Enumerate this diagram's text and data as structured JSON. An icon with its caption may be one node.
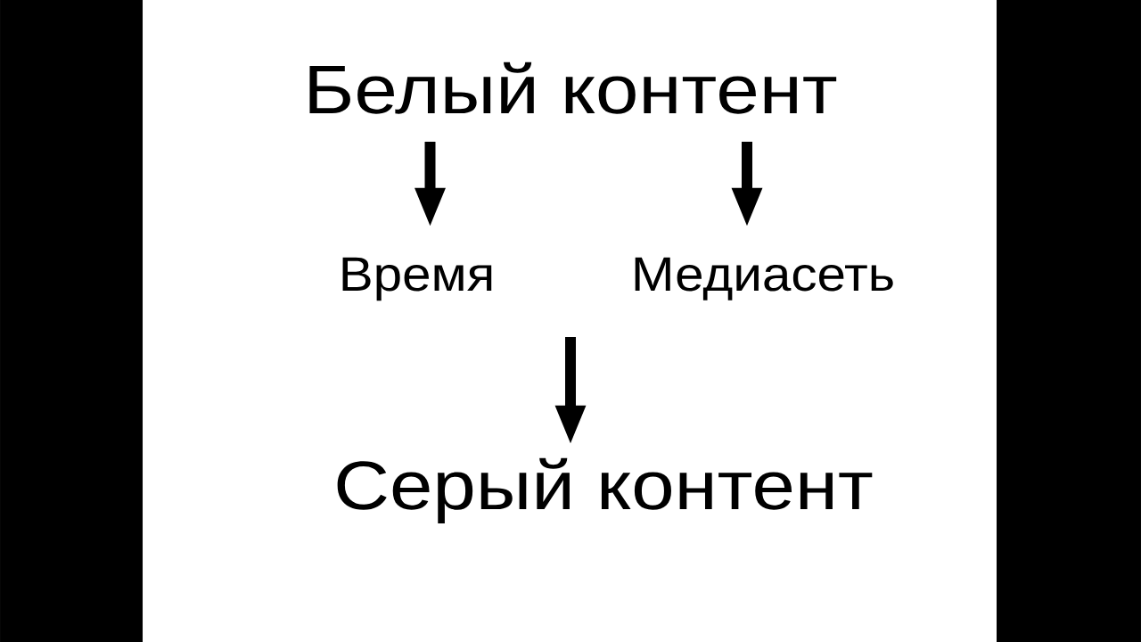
{
  "diagram": {
    "nodes": [
      {
        "text": [
          "Белый контент"
        ]
      },
      {
        "text": [
          "Время"
        ]
      },
      {
        "text": [
          "Медиасеть"
        ]
      },
      {
        "text": [
          "Серый контент"
        ]
      }
    ],
    "edges": [
      {
        "from": 0,
        "to": 1,
        "arrow": "to"
      },
      {
        "from": 0,
        "to": 2,
        "arrow": "to"
      },
      {
        "from": null,
        "to": 3,
        "arrow": "to"
      }
    ]
  }
}
